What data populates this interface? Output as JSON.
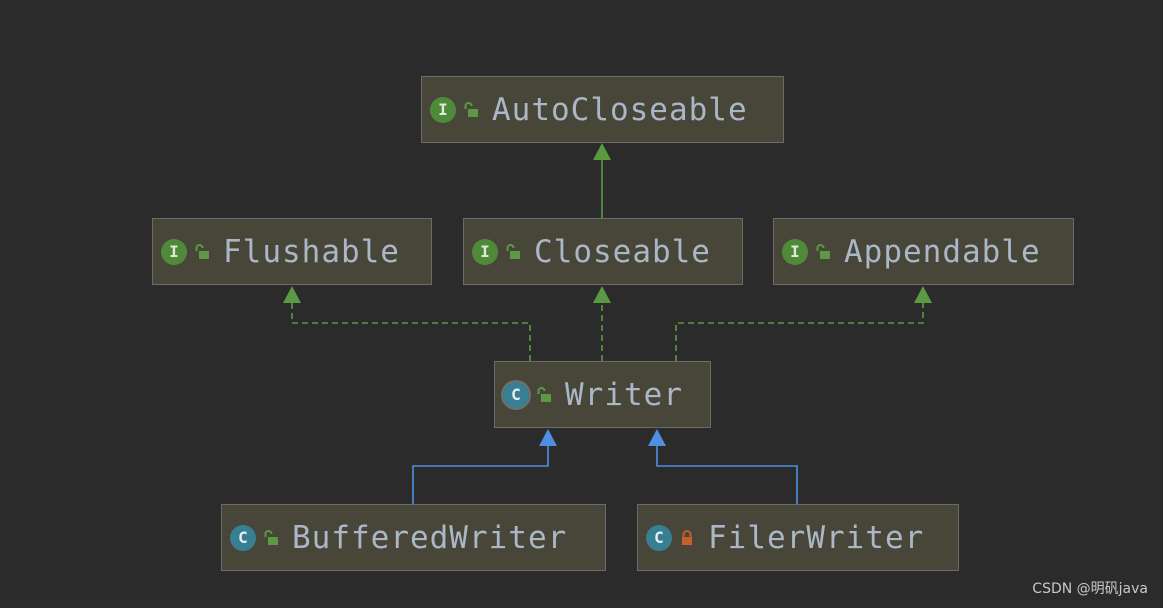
{
  "diagram": {
    "nodes": [
      {
        "id": "autocloseable",
        "name": "AutoCloseable",
        "kind": "interface",
        "badge": "I",
        "access": "public"
      },
      {
        "id": "flushable",
        "name": "Flushable",
        "kind": "interface",
        "badge": "I",
        "access": "public"
      },
      {
        "id": "closeable",
        "name": "Closeable",
        "kind": "interface",
        "badge": "I",
        "access": "public"
      },
      {
        "id": "appendable",
        "name": "Appendable",
        "kind": "interface",
        "badge": "I",
        "access": "public"
      },
      {
        "id": "writer",
        "name": "Writer",
        "kind": "abstract-class",
        "badge": "C",
        "access": "public"
      },
      {
        "id": "bufferedwriter",
        "name": "BufferedWriter",
        "kind": "class",
        "badge": "C",
        "access": "public"
      },
      {
        "id": "filerwriter",
        "name": "FilerWriter",
        "kind": "class",
        "badge": "C",
        "access": "private"
      }
    ],
    "edges": [
      {
        "from": "closeable",
        "to": "autocloseable",
        "type": "extends",
        "style": "solid",
        "color": "#5b9a43"
      },
      {
        "from": "writer",
        "to": "flushable",
        "type": "implements",
        "style": "dashed",
        "color": "#5b9a43"
      },
      {
        "from": "writer",
        "to": "closeable",
        "type": "implements",
        "style": "dashed",
        "color": "#5b9a43"
      },
      {
        "from": "writer",
        "to": "appendable",
        "type": "implements",
        "style": "dashed",
        "color": "#5b9a43"
      },
      {
        "from": "bufferedwriter",
        "to": "writer",
        "type": "extends",
        "style": "solid",
        "color": "#4e8fe0"
      },
      {
        "from": "filerwriter",
        "to": "writer",
        "type": "extends",
        "style": "solid",
        "color": "#4e8fe0"
      }
    ],
    "colors": {
      "background": "#2b2b2b",
      "node_fill": "#484539",
      "node_border": "#6b6b6b",
      "label_text": "#a9b7c6",
      "interface_badge": "#4f8a3b",
      "class_badge": "#397f93",
      "public_lock": "#5b9a43",
      "private_lock": "#c75f2b"
    }
  },
  "icons": {
    "interface": "interface-badge-icon",
    "class": "class-badge-icon",
    "abstract-class": "abstract-class-badge-icon",
    "public": "open-lock-icon",
    "private": "closed-lock-icon"
  },
  "watermark": "CSDN @明矾java"
}
